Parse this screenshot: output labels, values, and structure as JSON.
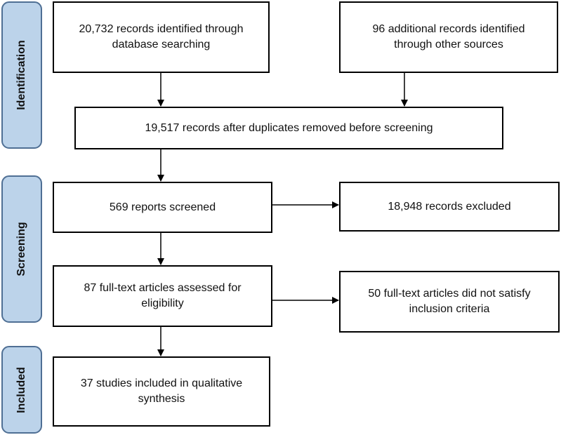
{
  "phases": {
    "identification": "Identification",
    "screening": "Screening",
    "included": "Included"
  },
  "boxes": {
    "database_records": "20,732 records identified through database searching",
    "other_sources": "96 additional records identified through other sources",
    "after_duplicates": "19,517 records after duplicates removed before screening",
    "screened": "569 reports screened",
    "excluded": "18,948 records excluded",
    "fulltext_assessed": "87 full-text articles assessed for eligibility",
    "fulltext_excluded": "50 full-text articles did not satisfy inclusion criteria",
    "included_studies": "37 studies included in qualitative synthesis"
  },
  "colors": {
    "phase_fill": "#bcd3ea",
    "phase_border": "#4f6f94",
    "box_border": "#000000",
    "arrow": "#000000"
  }
}
